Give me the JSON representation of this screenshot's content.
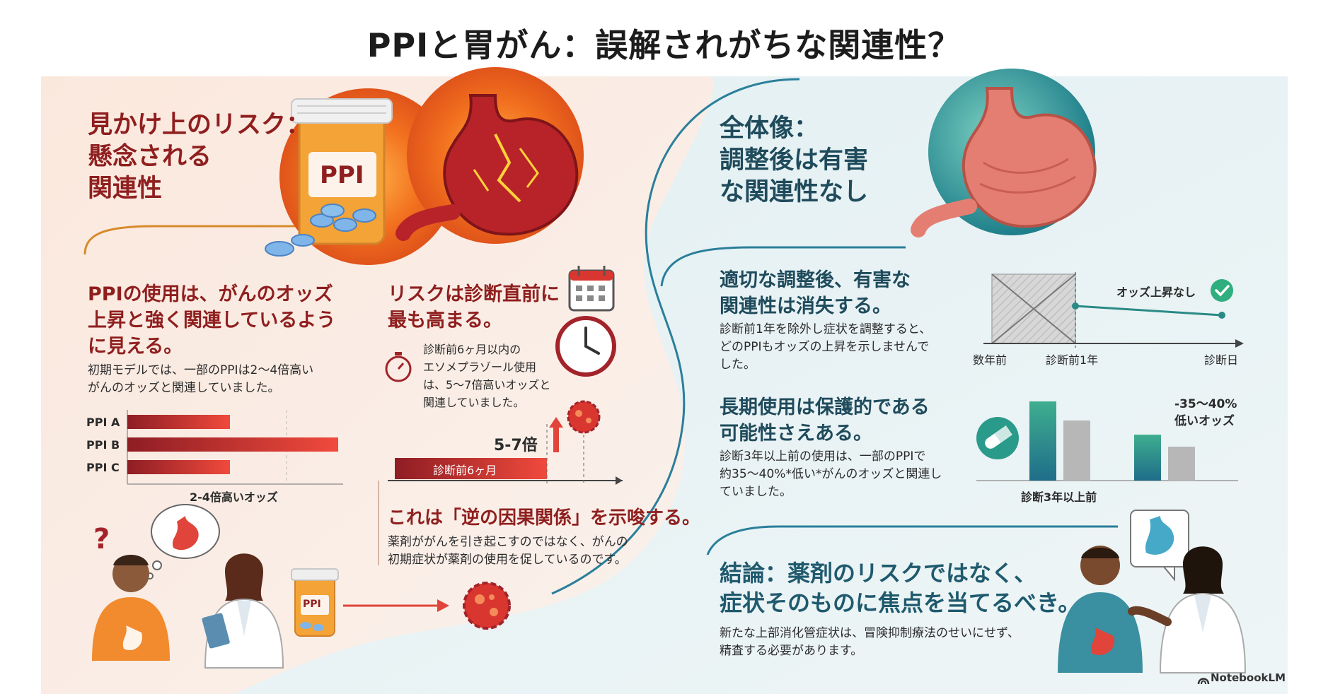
{
  "title": "PPIと胃がん：誤解されがちな関連性？",
  "left": {
    "heading": [
      "見かけ上のリスク：",
      "懸念される",
      "関連性"
    ],
    "pill_label": "PPI",
    "odds_block": {
      "heading": [
        "PPIの使用は、がんのオッズ",
        "上昇と強く関連しているよう",
        "に見える。"
      ],
      "body": [
        "初期モデルでは、一部のPPIは2〜4倍高い",
        "がんのオッズと関連していました。"
      ],
      "bar_labels": [
        "PPI A",
        "PPI B",
        "PPI C"
      ],
      "axis_label": "2-4倍高いオッズ"
    },
    "timing_block": {
      "heading": [
        "リスクは診断直前に",
        "最も高まる。"
      ],
      "body": [
        "診断前6ヶ月以内の",
        "エソメプラゾール使用",
        "は、5〜7倍高いオッズと",
        "関連していました。"
      ],
      "multiplier": "5-7倍",
      "bar_label": "診断前6ヶ月"
    },
    "reverse_block": {
      "heading": "これは「逆の因果関係」を示唆する。",
      "body": [
        "薬剤ががんを引き起こすのではなく、がんの",
        "初期症状が薬剤の使用を促しているのです。"
      ]
    },
    "bottle_label": "PPI",
    "question_mark": "?"
  },
  "right": {
    "heading": [
      "全体像：",
      "調整後は有害",
      "な関連性なし"
    ],
    "adjust_block": {
      "heading": [
        "適切な調整後、有害な",
        "関連性は消失する。"
      ],
      "body": [
        "診断前1年を除外し症状を調整すると、",
        "どのPPIもオッズの上昇を示しませんで",
        "した。"
      ],
      "tag": "オッズ上昇なし",
      "axis_labels": [
        "数年前",
        "診断前1年",
        "診断日"
      ]
    },
    "protect_block": {
      "heading": [
        "長期使用は保護的である",
        "可能性さえある。"
      ],
      "body": [
        "診断3年以上前の使用は、一部のPPIで",
        "約35〜40%*低い*がんのオッズと関連し",
        "ていました。"
      ],
      "tag": [
        "-35〜40%",
        "低いオッズ"
      ],
      "axis_label": "診断3年以上前"
    },
    "conclusion": {
      "heading": [
        "結論：薬剤のリスクではなく、",
        "症状そのものに焦点を当てるべき。"
      ],
      "body": [
        "新たな上部消化管症状は、冒険抑制療法のせいにせず、",
        "精査する必要があります。"
      ]
    }
  },
  "brand": "NotebookLM",
  "colors": {
    "left_bg": "#fbeee6",
    "right_bg": "#e6f1f3",
    "red_dark": "#a3232a",
    "red": "#e0443a",
    "teal": "#2a8a86",
    "gray": "#b7b7b7"
  },
  "icons": [
    "pill-bottle-icon",
    "stomach-icon",
    "calendar-icon",
    "clock-icon",
    "stopwatch-icon",
    "cancer-cell-icon",
    "check-icon",
    "capsule-icon",
    "patient-icon",
    "doctor-icon",
    "speech-bubble-icon",
    "thought-bubble-icon",
    "notebooklm-logo-icon"
  ]
}
